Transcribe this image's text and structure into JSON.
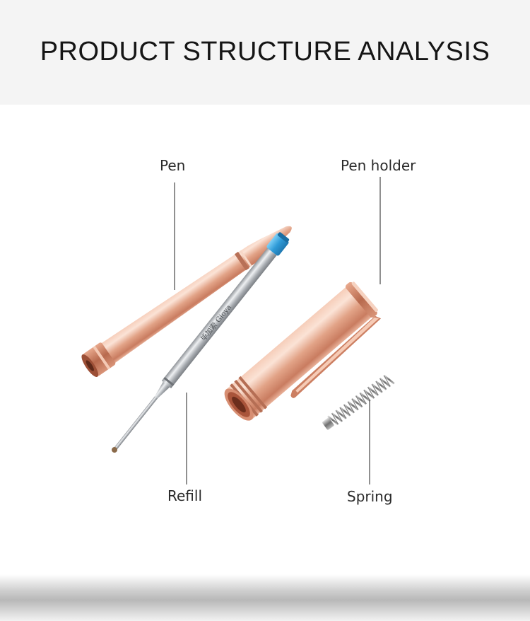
{
  "header": {
    "title": "PRODUCT STRUCTURE ANALYSIS"
  },
  "labels": {
    "pen": "Pen",
    "pen_holder": "Pen holder",
    "refill": "Refill",
    "spring": "Spring"
  },
  "refill_branding": "毕加索 Gioya",
  "colors": {
    "header_bg": "#f4f4f4",
    "rose_gold": "#e6a98e",
    "refill_cap": "#3ba6e0",
    "steel": "#b9bcc0"
  }
}
